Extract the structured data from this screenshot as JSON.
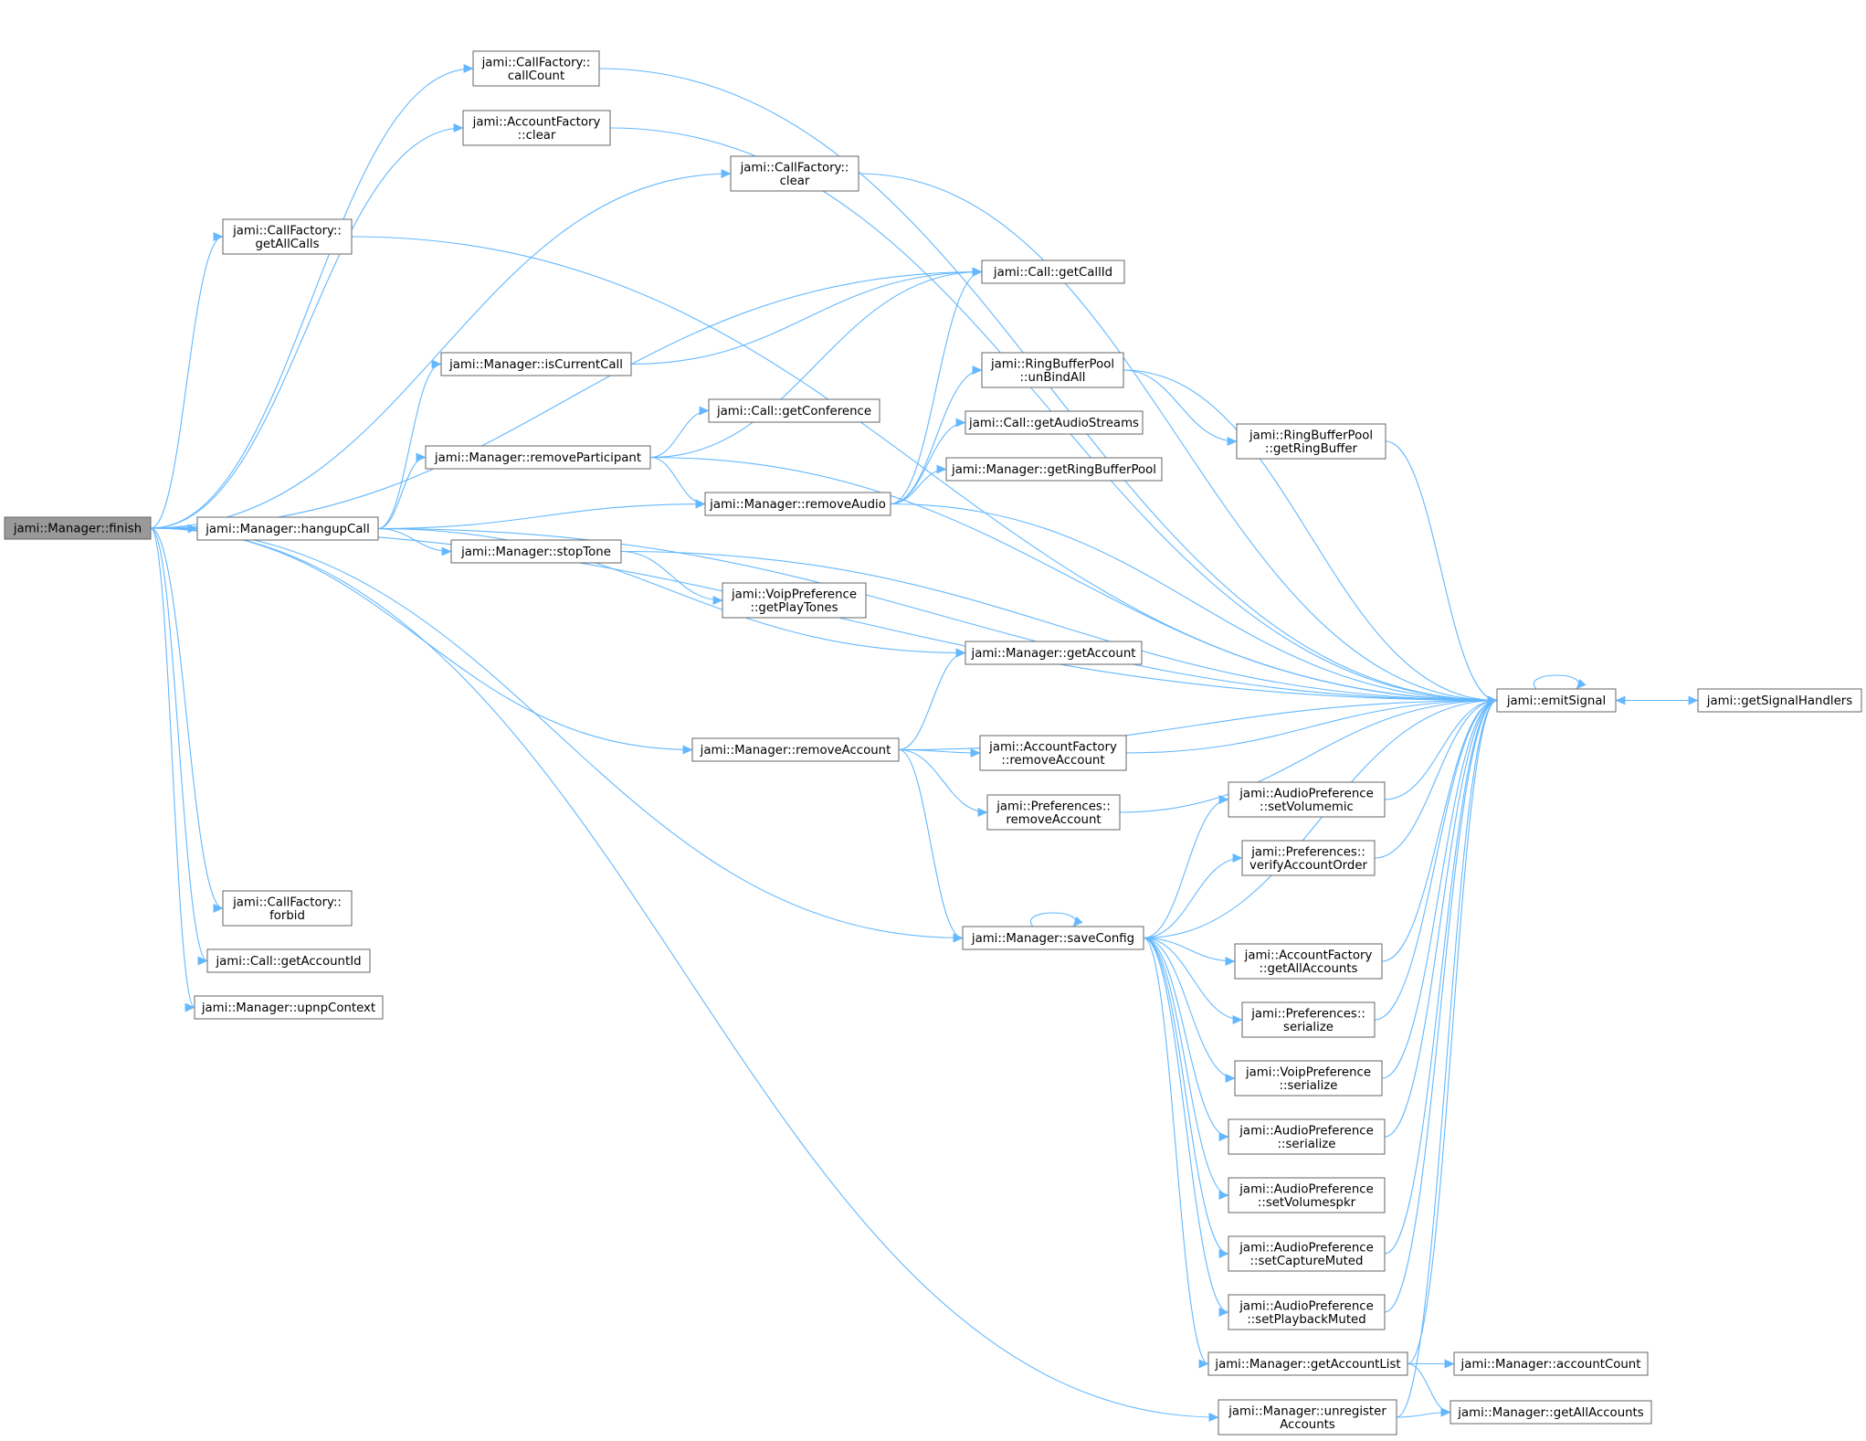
{
  "colors": {
    "edge": "#63b8ff",
    "node_border": "#666666",
    "node_fill": "#ffffff",
    "root_fill": "#999999"
  },
  "nodes": [
    {
      "id": "finish",
      "lines": [
        "jami::Manager::finish"
      ],
      "root": true
    },
    {
      "id": "callCount",
      "lines": [
        "jami::CallFactory::",
        "callCount"
      ]
    },
    {
      "id": "accClear",
      "lines": [
        "jami::AccountFactory",
        "::clear"
      ]
    },
    {
      "id": "callClear",
      "lines": [
        "jami::CallFactory::",
        "clear"
      ]
    },
    {
      "id": "getAllCalls",
      "lines": [
        "jami::CallFactory::",
        "getAllCalls"
      ]
    },
    {
      "id": "getCallId",
      "lines": [
        "jami::Call::getCallId"
      ]
    },
    {
      "id": "isCurrentCall",
      "lines": [
        "jami::Manager::isCurrentCall"
      ]
    },
    {
      "id": "unBindAll",
      "lines": [
        "jami::RingBufferPool",
        "::unBindAll"
      ]
    },
    {
      "id": "getConference",
      "lines": [
        "jami::Call::getConference"
      ]
    },
    {
      "id": "getAudioStreams",
      "lines": [
        "jami::Call::getAudioStreams"
      ]
    },
    {
      "id": "getRingBuffer",
      "lines": [
        "jami::RingBufferPool",
        "::getRingBuffer"
      ]
    },
    {
      "id": "removeParticipant",
      "lines": [
        "jami::Manager::removeParticipant"
      ]
    },
    {
      "id": "getRingBufferPool",
      "lines": [
        "jami::Manager::getRingBufferPool"
      ]
    },
    {
      "id": "hangupCall",
      "lines": [
        "jami::Manager::hangupCall"
      ]
    },
    {
      "id": "removeAudio",
      "lines": [
        "jami::Manager::removeAudio"
      ]
    },
    {
      "id": "stopTone",
      "lines": [
        "jami::Manager::stopTone"
      ]
    },
    {
      "id": "getPlayTones",
      "lines": [
        "jami::VoipPreference",
        "::getPlayTones"
      ]
    },
    {
      "id": "getAccount",
      "lines": [
        "jami::Manager::getAccount"
      ]
    },
    {
      "id": "emitSignal",
      "lines": [
        "jami::emitSignal"
      ]
    },
    {
      "id": "getSignalHandlers",
      "lines": [
        "jami::getSignalHandlers"
      ]
    },
    {
      "id": "removeAccount",
      "lines": [
        "jami::Manager::removeAccount"
      ]
    },
    {
      "id": "afRemoveAccount",
      "lines": [
        "jami::AccountFactory",
        "::removeAccount"
      ]
    },
    {
      "id": "prefRemoveAccount",
      "lines": [
        "jami::Preferences::",
        "removeAccount"
      ]
    },
    {
      "id": "setVolumemic",
      "lines": [
        "jami::AudioPreference",
        "::setVolumemic"
      ]
    },
    {
      "id": "verifyAccountOrder",
      "lines": [
        "jami::Preferences::",
        "verifyAccountOrder"
      ]
    },
    {
      "id": "saveConfig",
      "lines": [
        "jami::Manager::saveConfig"
      ]
    },
    {
      "id": "forbid",
      "lines": [
        "jami::CallFactory::",
        "forbid"
      ]
    },
    {
      "id": "getAccountId",
      "lines": [
        "jami::Call::getAccountId"
      ]
    },
    {
      "id": "upnpContext",
      "lines": [
        "jami::Manager::upnpContext"
      ]
    },
    {
      "id": "afGetAllAccounts",
      "lines": [
        "jami::AccountFactory",
        "::getAllAccounts"
      ]
    },
    {
      "id": "prefSerialize",
      "lines": [
        "jami::Preferences::",
        "serialize"
      ]
    },
    {
      "id": "voipSerialize",
      "lines": [
        "jami::VoipPreference",
        "::serialize"
      ]
    },
    {
      "id": "audioSerialize",
      "lines": [
        "jami::AudioPreference",
        "::serialize"
      ]
    },
    {
      "id": "setVolumespkr",
      "lines": [
        "jami::AudioPreference",
        "::setVolumespkr"
      ]
    },
    {
      "id": "setCaptureMuted",
      "lines": [
        "jami::AudioPreference",
        "::setCaptureMuted"
      ]
    },
    {
      "id": "setPlaybackMuted",
      "lines": [
        "jami::AudioPreference",
        "::setPlaybackMuted"
      ]
    },
    {
      "id": "getAccountList",
      "lines": [
        "jami::Manager::getAccountList"
      ]
    },
    {
      "id": "accountCount",
      "lines": [
        "jami::Manager::accountCount"
      ]
    },
    {
      "id": "unregisterAccounts",
      "lines": [
        "jami::Manager::unregister",
        "Accounts"
      ]
    },
    {
      "id": "getAllAccounts",
      "lines": [
        "jami::Manager::getAllAccounts"
      ]
    }
  ],
  "edges": [
    [
      "finish",
      "emitSignal"
    ],
    [
      "finish",
      "callCount"
    ],
    [
      "finish",
      "accClear"
    ],
    [
      "finish",
      "callClear"
    ],
    [
      "finish",
      "getAllCalls"
    ],
    [
      "finish",
      "getCallId"
    ],
    [
      "finish",
      "hangupCall"
    ],
    [
      "finish",
      "removeAccount"
    ],
    [
      "finish",
      "saveConfig"
    ],
    [
      "finish",
      "forbid"
    ],
    [
      "finish",
      "getAccountId"
    ],
    [
      "finish",
      "upnpContext"
    ],
    [
      "finish",
      "unregisterAccounts"
    ],
    [
      "callCount",
      "emitSignal"
    ],
    [
      "accClear",
      "emitSignal"
    ],
    [
      "callClear",
      "emitSignal"
    ],
    [
      "getAllCalls",
      "emitSignal"
    ],
    [
      "isCurrentCall",
      "getCallId"
    ],
    [
      "hangupCall",
      "isCurrentCall"
    ],
    [
      "hangupCall",
      "removeParticipant"
    ],
    [
      "hangupCall",
      "removeAudio"
    ],
    [
      "hangupCall",
      "stopTone"
    ],
    [
      "hangupCall",
      "emitSignal"
    ],
    [
      "hangupCall",
      "getAccount"
    ],
    [
      "removeParticipant",
      "getCallId"
    ],
    [
      "removeParticipant",
      "getConference"
    ],
    [
      "removeParticipant",
      "removeAudio"
    ],
    [
      "removeParticipant",
      "emitSignal"
    ],
    [
      "removeAudio",
      "getCallId"
    ],
    [
      "removeAudio",
      "unBindAll"
    ],
    [
      "removeAudio",
      "getAudioStreams"
    ],
    [
      "removeAudio",
      "getRingBufferPool"
    ],
    [
      "removeAudio",
      "emitSignal"
    ],
    [
      "unBindAll",
      "getRingBuffer"
    ],
    [
      "unBindAll",
      "emitSignal"
    ],
    [
      "getRingBuffer",
      "emitSignal"
    ],
    [
      "stopTone",
      "getPlayTones"
    ],
    [
      "stopTone",
      "emitSignal"
    ],
    [
      "removeAccount",
      "getAccount"
    ],
    [
      "removeAccount",
      "emitSignal"
    ],
    [
      "removeAccount",
      "afRemoveAccount"
    ],
    [
      "removeAccount",
      "prefRemoveAccount"
    ],
    [
      "removeAccount",
      "saveConfig"
    ],
    [
      "afRemoveAccount",
      "emitSignal"
    ],
    [
      "prefRemoveAccount",
      "emitSignal"
    ],
    [
      "emitSignal",
      "emitSignal"
    ],
    [
      "emitSignal",
      "getSignalHandlers"
    ],
    [
      "getSignalHandlers",
      "emitSignal"
    ],
    [
      "saveConfig",
      "saveConfig"
    ],
    [
      "saveConfig",
      "setVolumemic"
    ],
    [
      "saveConfig",
      "verifyAccountOrder"
    ],
    [
      "saveConfig",
      "emitSignal"
    ],
    [
      "saveConfig",
      "afGetAllAccounts"
    ],
    [
      "saveConfig",
      "prefSerialize"
    ],
    [
      "saveConfig",
      "voipSerialize"
    ],
    [
      "saveConfig",
      "audioSerialize"
    ],
    [
      "saveConfig",
      "setVolumespkr"
    ],
    [
      "saveConfig",
      "setCaptureMuted"
    ],
    [
      "saveConfig",
      "setPlaybackMuted"
    ],
    [
      "saveConfig",
      "getAccountList"
    ],
    [
      "setVolumemic",
      "emitSignal"
    ],
    [
      "verifyAccountOrder",
      "emitSignal"
    ],
    [
      "afGetAllAccounts",
      "emitSignal"
    ],
    [
      "prefSerialize",
      "emitSignal"
    ],
    [
      "voipSerialize",
      "emitSignal"
    ],
    [
      "audioSerialize",
      "emitSignal"
    ],
    [
      "setCaptureMuted",
      "emitSignal"
    ],
    [
      "setPlaybackMuted",
      "emitSignal"
    ],
    [
      "getAccountList",
      "emitSignal"
    ],
    [
      "getAccountList",
      "accountCount"
    ],
    [
      "getAccountList",
      "getAllAccounts"
    ],
    [
      "unregisterAccounts",
      "emitSignal"
    ],
    [
      "unregisterAccounts",
      "getAllAccounts"
    ]
  ]
}
